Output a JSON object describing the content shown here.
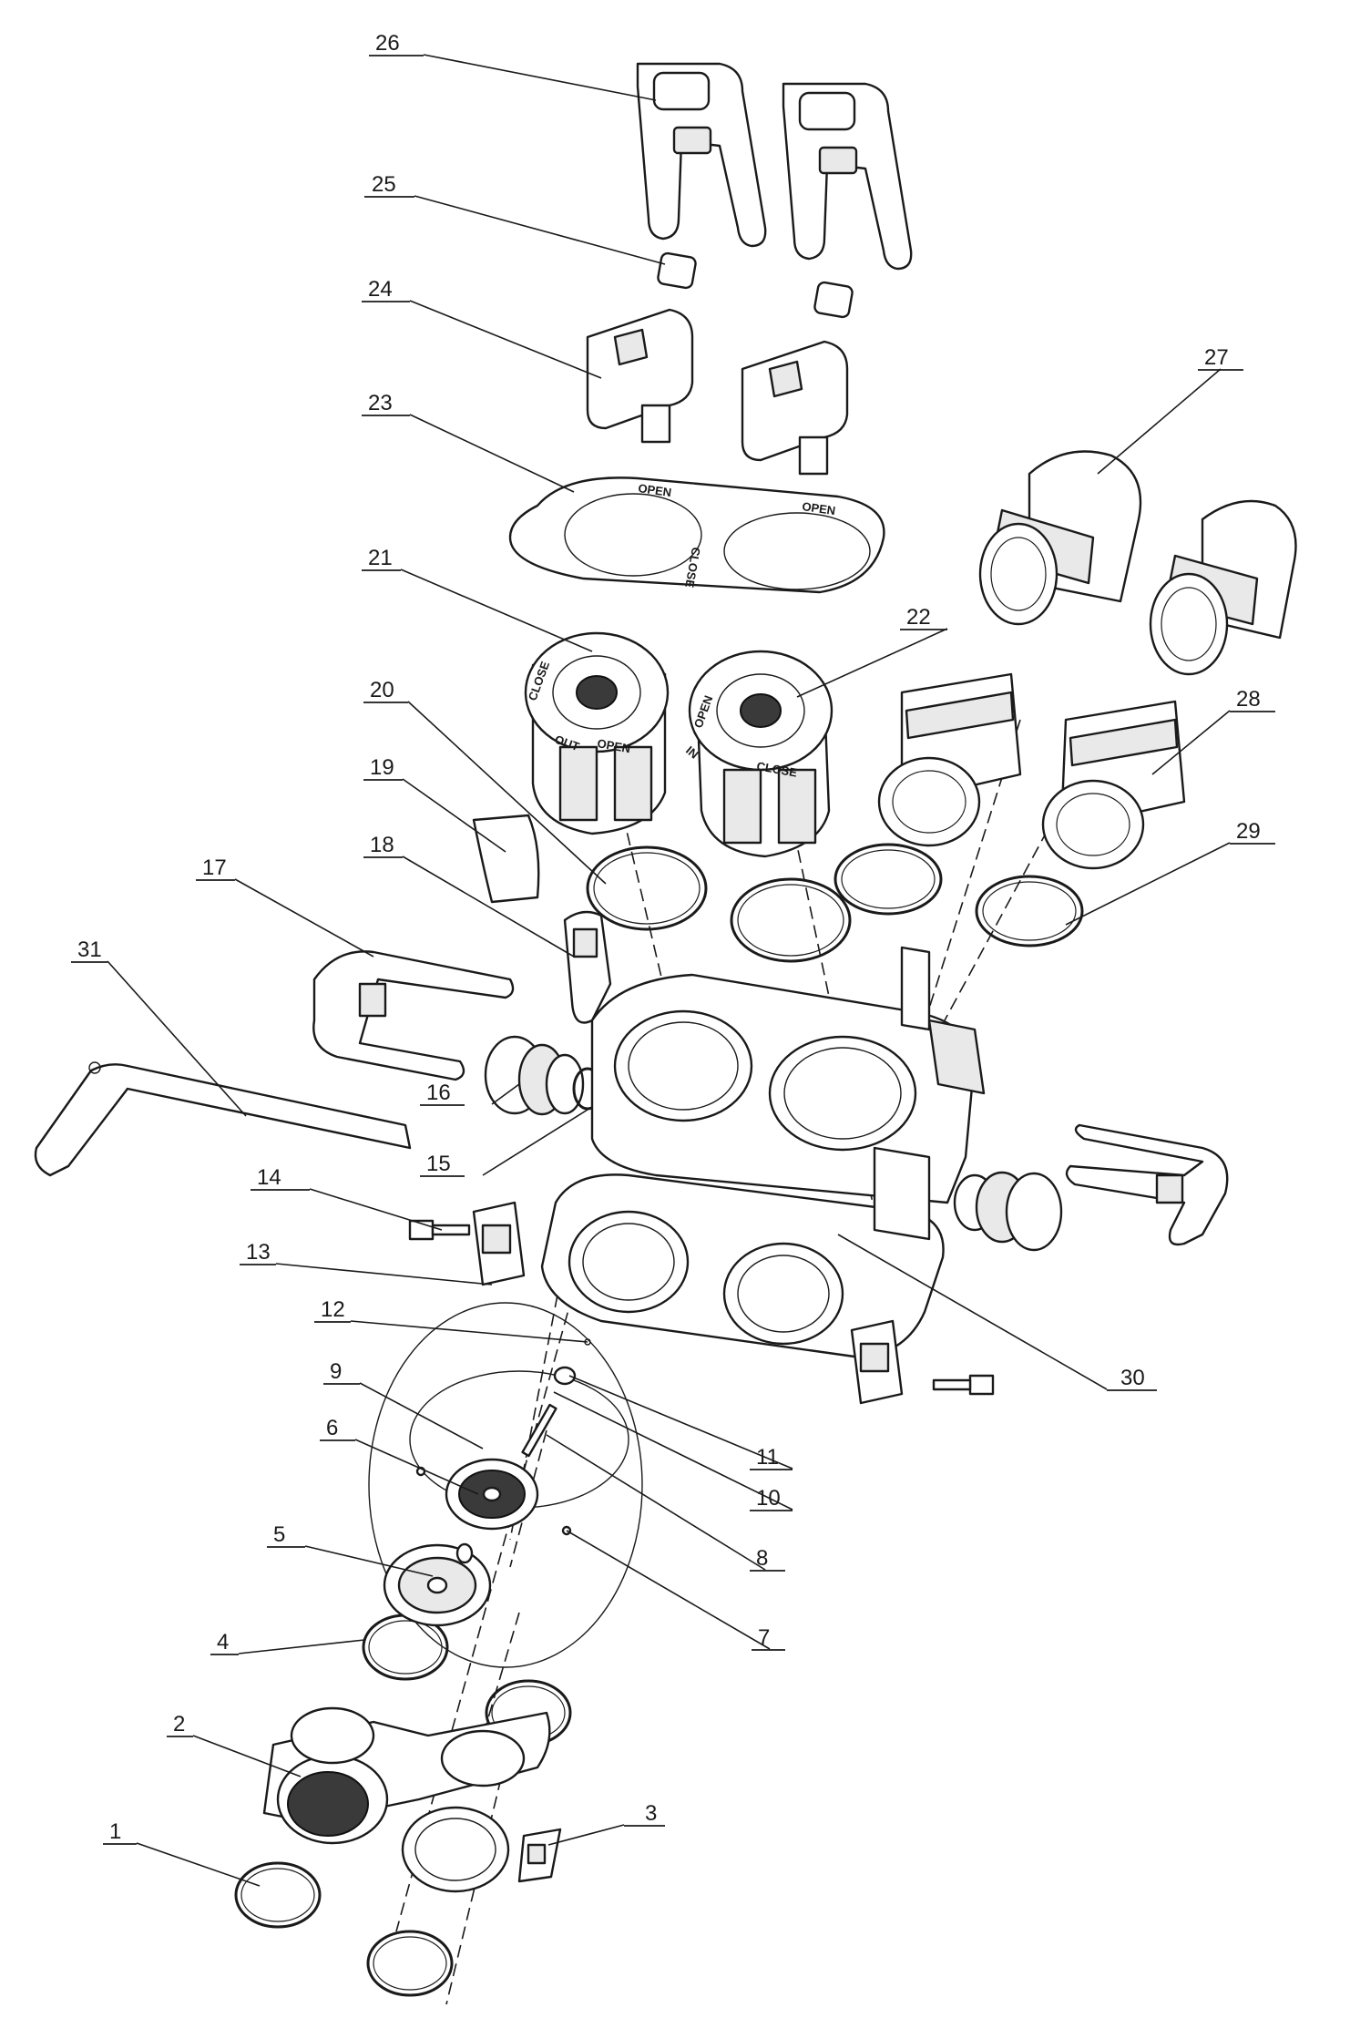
{
  "diagram": {
    "callouts": [
      {
        "id": "1",
        "label": "1"
      },
      {
        "id": "2",
        "label": "2"
      },
      {
        "id": "3",
        "label": "3"
      },
      {
        "id": "4",
        "label": "4"
      },
      {
        "id": "5",
        "label": "5"
      },
      {
        "id": "6",
        "label": "6"
      },
      {
        "id": "7",
        "label": "7"
      },
      {
        "id": "8",
        "label": "8"
      },
      {
        "id": "9",
        "label": "9"
      },
      {
        "id": "10",
        "label": "10"
      },
      {
        "id": "11",
        "label": "11"
      },
      {
        "id": "12",
        "label": "12"
      },
      {
        "id": "13",
        "label": "13"
      },
      {
        "id": "14",
        "label": "14"
      },
      {
        "id": "15",
        "label": "15"
      },
      {
        "id": "16",
        "label": "16"
      },
      {
        "id": "17",
        "label": "17"
      },
      {
        "id": "18",
        "label": "18"
      },
      {
        "id": "19",
        "label": "19"
      },
      {
        "id": "20",
        "label": "20"
      },
      {
        "id": "21",
        "label": "21"
      },
      {
        "id": "22",
        "label": "22"
      },
      {
        "id": "23",
        "label": "23"
      },
      {
        "id": "24",
        "label": "24"
      },
      {
        "id": "25",
        "label": "25"
      },
      {
        "id": "26",
        "label": "26"
      },
      {
        "id": "27",
        "label": "27"
      },
      {
        "id": "28",
        "label": "28"
      },
      {
        "id": "29",
        "label": "29"
      },
      {
        "id": "30",
        "label": "30"
      },
      {
        "id": "31",
        "label": "31"
      }
    ],
    "engravings": {
      "open": "OPEN",
      "close": "CLOSE",
      "out": "OUT",
      "in": "IN"
    }
  }
}
